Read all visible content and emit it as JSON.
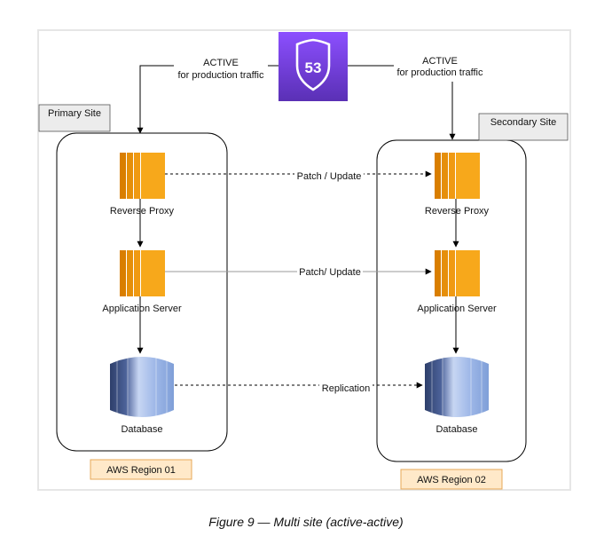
{
  "route53": {
    "label": "53"
  },
  "traffic": {
    "left": {
      "line1": "ACTIVE",
      "line2": "for production traffic"
    },
    "right": {
      "line1": "ACTIVE",
      "line2": "for production traffic"
    }
  },
  "sites": {
    "primary": {
      "tag": "Primary Site",
      "region": "AWS Region 01"
    },
    "secondary": {
      "tag": "Secondary Site",
      "region": "AWS Region 02"
    }
  },
  "components": {
    "proxy": "Reverse Proxy",
    "app": "Application Server",
    "db": "Database"
  },
  "links": {
    "proxy": "Patch / Update",
    "app": "Patch/ Update",
    "db": "Replication"
  },
  "caption": "Figure 9 — Multi site (active-active)",
  "colors": {
    "route53_top": "#8c4fff",
    "route53_bottom": "#5a30b5",
    "ec2_orange": "#f7a81b",
    "ec2_dark": "#d97e00",
    "db_dark": "#2e3f6b",
    "db_light": "#9fb8e8",
    "region_fill": "#ffe9c9",
    "region_border": "#e7a857",
    "tag_fill": "#ececec"
  }
}
